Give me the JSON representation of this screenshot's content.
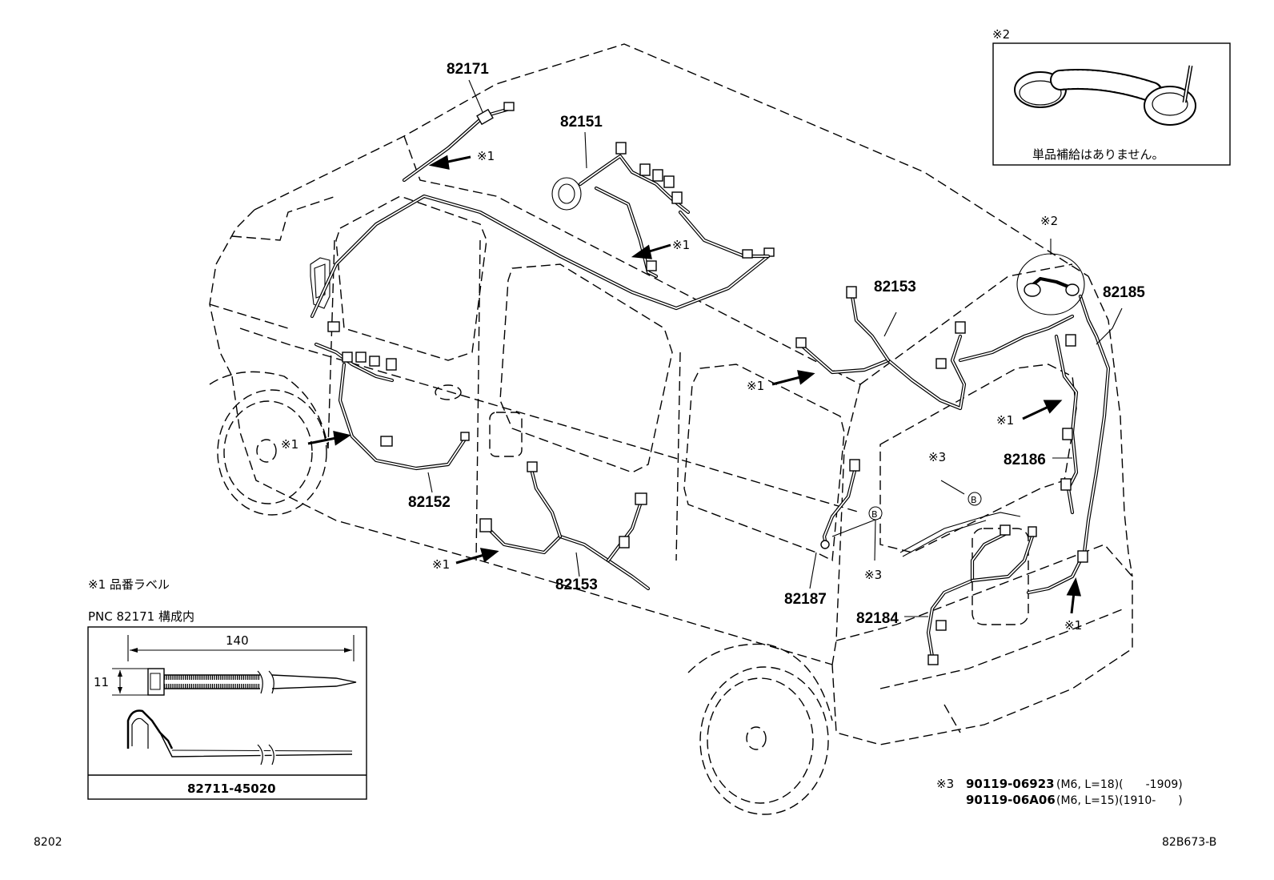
{
  "labels": {
    "p82171": "82171",
    "p82151": "82151",
    "p82153_top": "82153",
    "p82185": "82185",
    "p82186": "82186",
    "p82152": "82152",
    "p82153_bottom": "82153",
    "p82187": "82187",
    "p82184": "82184"
  },
  "callouts": {
    "c1": "※1",
    "c2": "※1",
    "c3": "※1",
    "c4": "※1",
    "c5": "※1",
    "c6": "※1",
    "c7": "※1",
    "s2_top": "※2",
    "s2_inset": "※2",
    "s3_a": "※3",
    "s3_b": "※3",
    "b_a": "B",
    "b_b": "B"
  },
  "inset_top": {
    "note": "単品補給はありません。"
  },
  "legend": {
    "label_note": "※1 品番ラベル",
    "pnc_note": "PNC 82171 構成内",
    "dim_length": "140",
    "dim_height": "11",
    "part_no": "82711-45020"
  },
  "bolt_note": {
    "mark": "※3",
    "line1_part": "90119-06923",
    "line1_spec": "(M6, L=18)(　　-1909)",
    "line2_part": "90119-06A06",
    "line2_spec": "(M6, L=15)(1910-　　)"
  },
  "footer": {
    "left": "8202",
    "right": "82B673-B"
  }
}
